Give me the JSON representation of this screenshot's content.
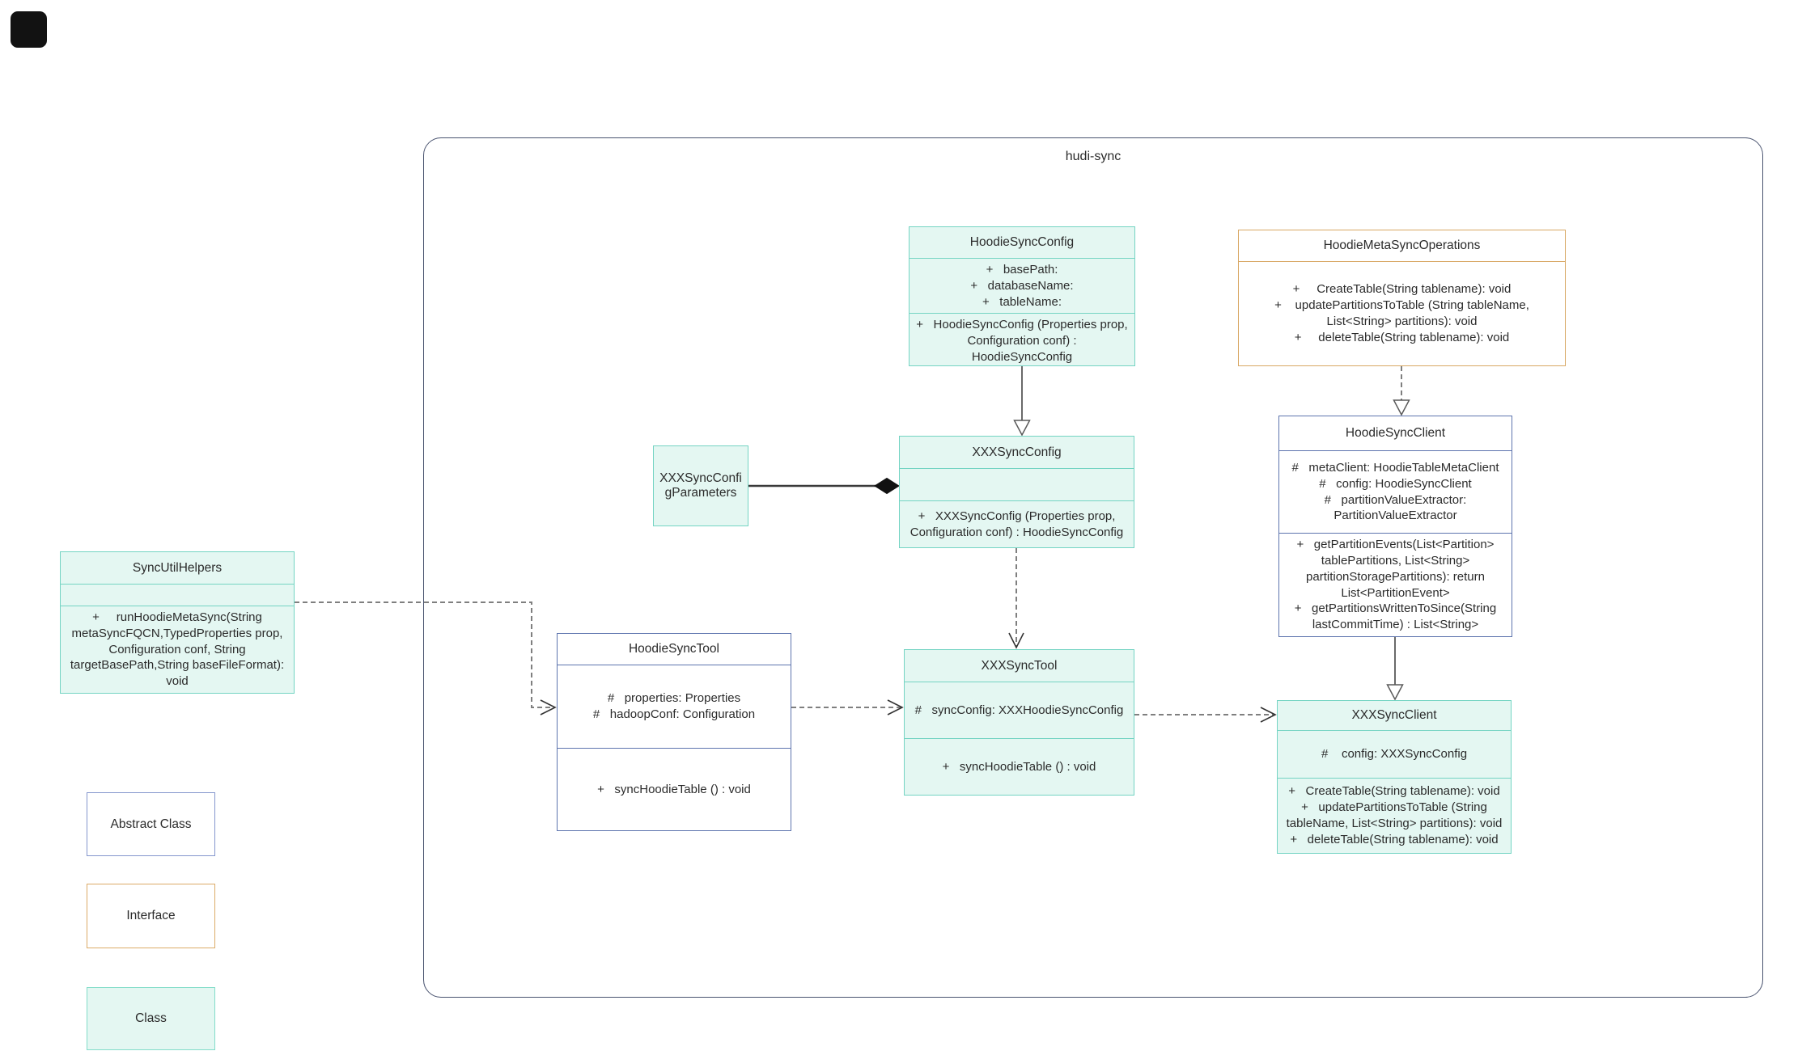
{
  "diagram": {
    "container_label": "hudi-sync",
    "classes": {
      "hoodieSyncConfig": {
        "title": "HoodieSyncConfig",
        "attributes": [
          "+   basePath:",
          "+   databaseName:",
          "+   tableName:"
        ],
        "methods": [
          "+   HoodieSyncConfig (Properties prop, Configuration conf) : HoodieSyncConfig"
        ]
      },
      "hoodieMetaSyncOperations": {
        "title": "HoodieMetaSyncOperations",
        "attributes": [],
        "methods": [
          "+     CreateTable(String tablename): void",
          "+    updatePartitionsToTable (String tableName, List<String> partitions): void",
          "+     deleteTable(String tablename): void"
        ]
      },
      "xxxSyncConfigParameters": {
        "title": "XXXSyncConfigParameters"
      },
      "xxxSyncConfig": {
        "title": "XXXSyncConfig",
        "attributes": [],
        "methods": [
          "+   XXXSyncConfig (Properties prop, Configuration conf) : HoodieSyncConfig"
        ]
      },
      "hoodieSyncClient": {
        "title": "HoodieSyncClient",
        "attributes": [
          "#   metaClient: HoodieTableMetaClient",
          "#   config: HoodieSyncClient",
          "#   partitionValueExtractor: PartitionValueExtractor"
        ],
        "methods": [
          "+   getPartitionEvents(List<Partition> tablePartitions, List<String> partitionStoragePartitions): return List<PartitionEvent>",
          "+   getPartitionsWrittenToSince(String lastCommitTime) : List<String>"
        ]
      },
      "syncUtilHelpers": {
        "title": "SyncUtilHelpers",
        "attributes": [],
        "methods": [
          "+     runHoodieMetaSync(String metaSyncFQCN,TypedProperties prop, Configuration conf, String targetBasePath,String baseFileFormat): void"
        ]
      },
      "hoodieSyncTool": {
        "title": "HoodieSyncTool",
        "attributes": [
          "#   properties: Properties",
          "#   hadoopConf: Configuration"
        ],
        "methods": [
          "+   syncHoodieTable () : void"
        ]
      },
      "xxxSyncTool": {
        "title": "XXXSyncTool",
        "attributes": [
          "#   syncConfig: XXXHoodieSyncConfig"
        ],
        "methods": [
          "+   syncHoodieTable () : void"
        ]
      },
      "xxxSyncClient": {
        "title": "XXXSyncClient",
        "attributes": [
          "#    config: XXXSyncConfig"
        ],
        "methods": [
          "+   CreateTable(String tablename): void",
          "+   updatePartitionsToTable (String tableName, List<String> partitions): void",
          "+   deleteTable(String tablename): void"
        ]
      }
    },
    "legend": {
      "abstract_label": "Abstract Class",
      "interface_label": "Interface",
      "class_label": "Class"
    },
    "colors": {
      "class_fill": "#e4f7f2",
      "class_border": "#74d4c3",
      "abstract_border": "#5d74ae",
      "interface_border": "#d8a763",
      "container_border": "#49536f",
      "connector_gray": "#5a5a5a",
      "connector_dashed": "#7f7f7f"
    }
  }
}
